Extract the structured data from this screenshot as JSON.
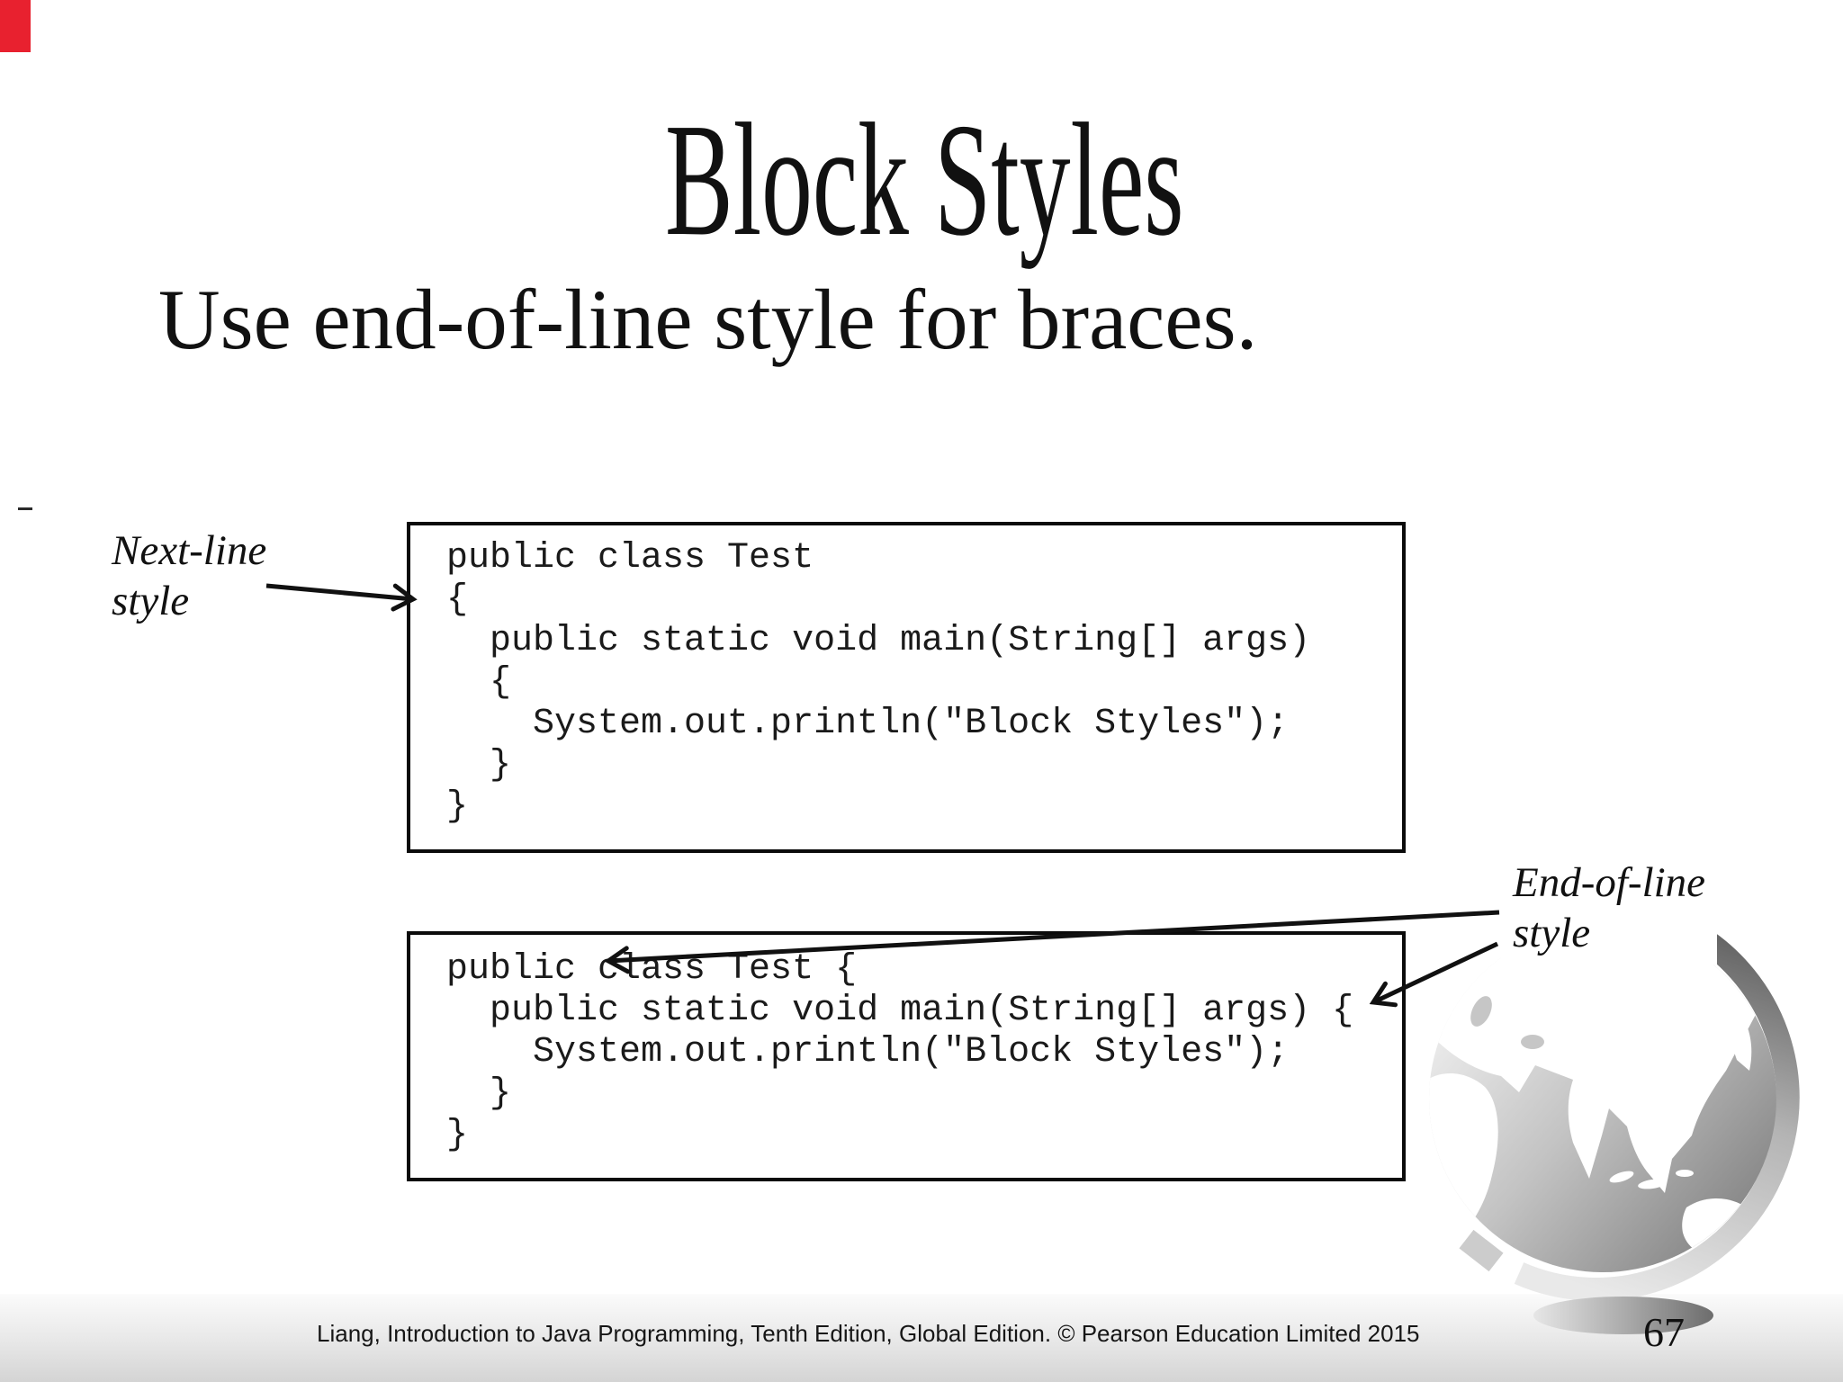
{
  "slide": {
    "title": "Block Styles",
    "subtitle": "Use end-of-line style for braces.",
    "footer": "Liang, Introduction to Java Programming, Tenth Edition, Global Edition. © Pearson Education Limited 2015",
    "page_number": "67",
    "colors": {
      "red_mark": "#e8212f",
      "code_text": "#1a1a1a",
      "border": "#0b0b0b"
    }
  },
  "annotations": {
    "next_line": {
      "line1": "Next-line",
      "line2": "style"
    },
    "end_of_line": {
      "line1": "End-of-line",
      "line2": "style"
    }
  },
  "code_box_next_line": {
    "lines": [
      "public class Test",
      "{",
      "  public static void main(String[] args)",
      "  {",
      "    System.out.println(\"Block Styles\");",
      "  }",
      "}"
    ]
  },
  "code_box_end_of_line": {
    "lines": [
      "public class Test {",
      "  public static void main(String[] args) {",
      "    System.out.println(\"Block Styles\");",
      "  }",
      "}"
    ]
  },
  "icons": {
    "globe": "pearson-globe-graphic"
  }
}
